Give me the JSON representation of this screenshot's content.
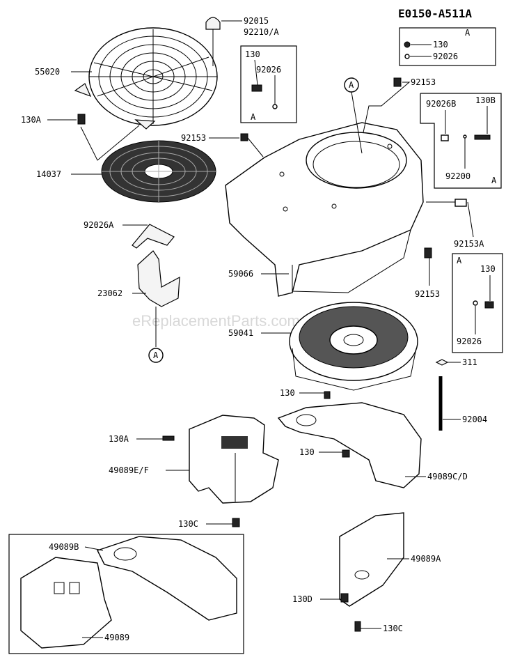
{
  "diagram_code": "E0150-A511A",
  "watermark": "eReplacementParts.com",
  "callouts": {
    "p92015": "92015",
    "p92210A": "92210/A",
    "p55020": "55020",
    "p130A_top": "130A",
    "p14037": "14037",
    "p92153_top": "92153",
    "p92153_mid": "92153",
    "p92153A": "92153A",
    "p92153_right": "92153",
    "p92026A": "92026A",
    "p23062": "23062",
    "p59066": "59066",
    "p59041": "59041",
    "p311": "311",
    "p92004": "92004",
    "p130_a": "130",
    "p130_b": "130",
    "p130A_mid": "130A",
    "p49089EF": "49089E/F",
    "p49089CD": "49089C/D",
    "p130C_a": "130C",
    "p49089B": "49089B",
    "p49089A": "49089A",
    "p130D": "130D",
    "p130C_b": "130C",
    "p49089": "49089"
  },
  "inset_topright": {
    "ref": "A",
    "item1": "130",
    "item2": "92026"
  },
  "inset_left": {
    "item1": "130",
    "item2": "92026",
    "ref": "A"
  },
  "inset_right_upper": {
    "item1": "92026B",
    "item2": "130B",
    "item3": "92200",
    "ref": "A"
  },
  "inset_right_lower": {
    "ref": "A",
    "item1": "130",
    "item2": "92026"
  },
  "ref_markers": {
    "shroud": "A",
    "bracket": "A"
  }
}
